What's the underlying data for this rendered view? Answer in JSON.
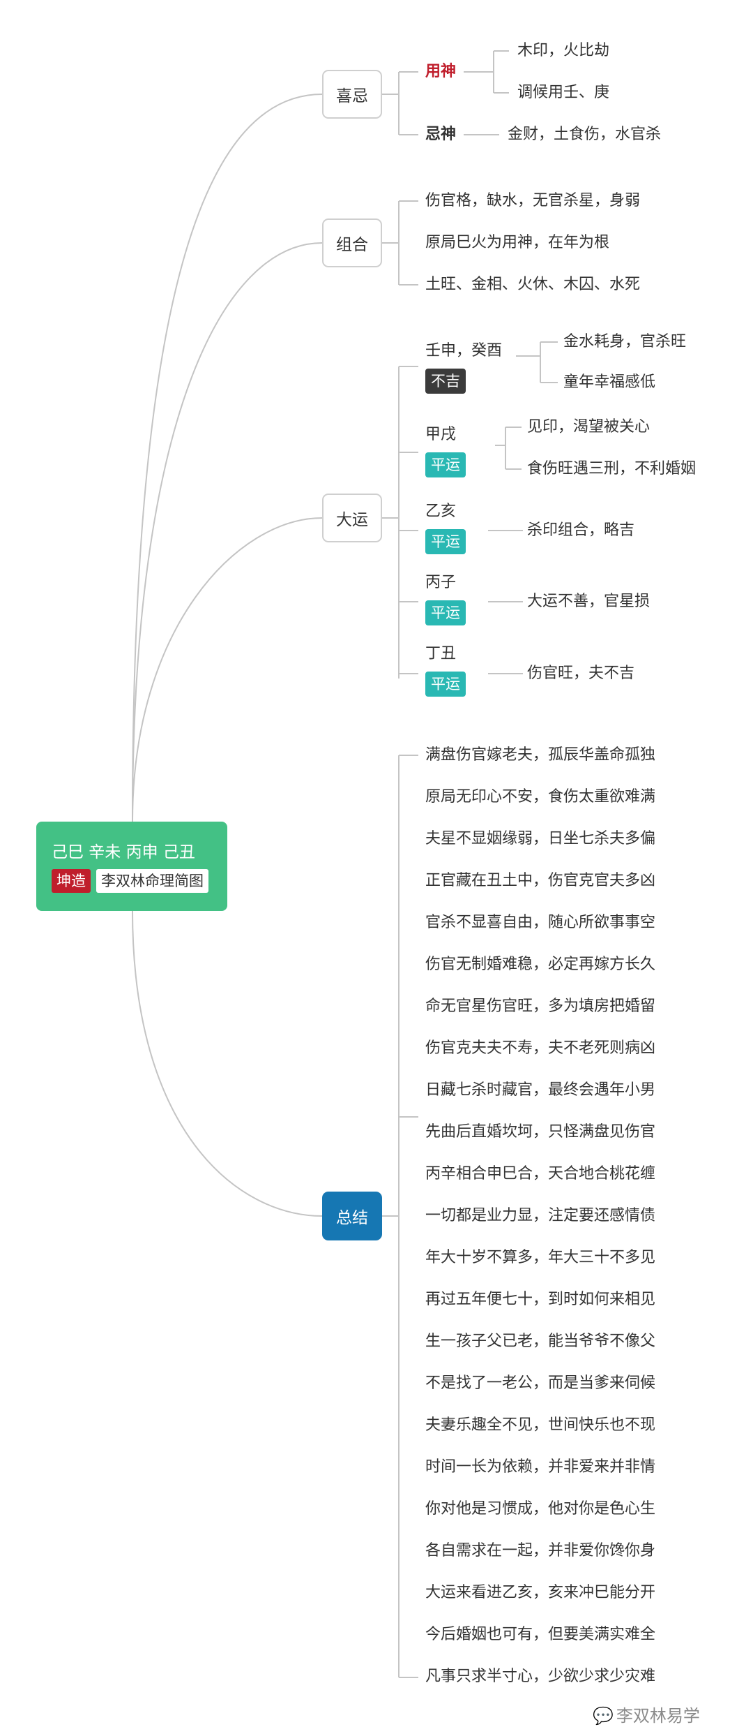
{
  "root": {
    "title": "己巳 辛未 丙申 己丑",
    "tag_gender": "坤造",
    "tag_name": "李双林命理简图"
  },
  "xiji": {
    "label": "喜忌",
    "yongshen": {
      "label": "用神",
      "items": [
        "木印，火比劫",
        "调候用壬、庚"
      ]
    },
    "jishen": {
      "label": "忌神",
      "text": "金财，土食伤，水官杀"
    }
  },
  "zuhe": {
    "label": "组合",
    "items": [
      "伤官格，缺水，无官杀星，身弱",
      "原局巳火为用神，在年为根",
      "土旺、金相、火休、木囚、水死"
    ]
  },
  "dayun": {
    "label": "大运",
    "periods": [
      {
        "name": "壬申，癸酉",
        "badge": "不吉",
        "notes": [
          "金水耗身，官杀旺",
          "童年幸福感低"
        ]
      },
      {
        "name": "甲戌",
        "badge": "平运",
        "notes": [
          "见印，渴望被关心",
          "食伤旺遇三刑，不利婚姻"
        ]
      },
      {
        "name": "乙亥",
        "badge": "平运",
        "notes": [
          "杀印组合，略吉"
        ]
      },
      {
        "name": "丙子",
        "badge": "平运",
        "notes": [
          "大运不善，官星损"
        ]
      },
      {
        "name": "丁丑",
        "badge": "平运",
        "notes": [
          "伤官旺，夫不吉"
        ]
      }
    ]
  },
  "zongjie": {
    "label": "总结",
    "lines": [
      "满盘伤官嫁老夫，孤辰华盖命孤独",
      "原局无印心不安，食伤太重欲难满",
      "夫星不显姻缘弱，日坐七杀夫多偏",
      "正官藏在丑土中，伤官克官夫多凶",
      "官杀不显喜自由，随心所欲事事空",
      "伤官无制婚难稳，必定再嫁方长久",
      "命无官星伤官旺，多为填房把婚留",
      "伤官克夫夫不寿，夫不老死则病凶",
      "日藏七杀时藏官，最终会遇年小男",
      "先曲后直婚坎坷，只怪满盘见伤官",
      "丙辛相合申巳合，天合地合桃花缠",
      "一切都是业力显，注定要还感情债",
      "年大十岁不算多，年大三十不多见",
      "再过五年便七十，到时如何来相见",
      "生一孩子父已老，能当爷爷不像父",
      "不是找了一老公，而是当爹来伺候",
      "夫妻乐趣全不见，世间快乐也不现",
      "时间一长为依赖，并非爱来并非情",
      "你对他是习惯成，他对你是色心生",
      "各自需求在一起，并非爱你馋你身",
      "大运来看进乙亥，亥来冲巳能分开",
      "今后婚姻也可有，但要美满实难全",
      "凡事只求半寸心，少欲少求少灾难"
    ]
  },
  "watermark": {
    "icon": "chat-bubble-icon",
    "text": "李双林易学"
  },
  "colors": {
    "root_bg": "#43c185",
    "red_tag": "#c01e2c",
    "teal_badge": "#29b8b3",
    "dark_badge": "#3b3b3b",
    "summary_box": "#1677b3",
    "yongshen_text": "#c01e2c",
    "line": "#c4c4c4"
  }
}
